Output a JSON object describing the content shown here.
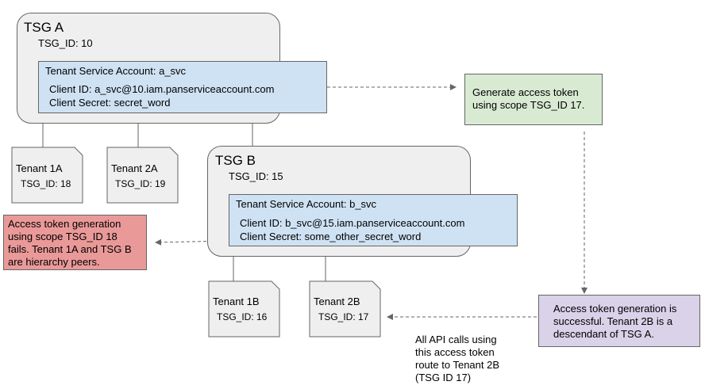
{
  "tsg_a": {
    "title": "TSG A",
    "id_label": "TSG_ID: 10",
    "service_account": {
      "title": "Tenant Service Account: a_svc",
      "client_id": "Client ID: a_svc@10.iam.panserviceaccount.com",
      "client_secret": "Client Secret: secret_word"
    }
  },
  "tenant_1a": {
    "name": "Tenant 1A",
    "id_label": "TSG_ID: 18"
  },
  "tenant_2a": {
    "name": "Tenant 2A",
    "id_label": "TSG_ID: 19"
  },
  "tsg_b": {
    "title": "TSG B",
    "id_label": "TSG_ID: 15",
    "service_account": {
      "title": "Tenant Service Account: b_svc",
      "client_id": "Client ID: b_svc@15.iam.panserviceaccount.com",
      "client_secret": "Client Secret: some_other_secret_word"
    }
  },
  "tenant_1b": {
    "name": "Tenant 1B",
    "id_label": "TSG_ID: 16"
  },
  "tenant_2b": {
    "name": "Tenant 2B",
    "id_label": "TSG_ID: 17"
  },
  "generate_note": {
    "line1": "Generate access token",
    "line2": "using scope TSG_ID 17."
  },
  "fail_note": {
    "line1": "Access token generation",
    "line2": "using scope TSG_ID 18",
    "line3": "fails. Tenant 1A and TSG B",
    "line4": "are hierarchy peers."
  },
  "success_note": {
    "line1": "Access token generation is",
    "line2": "successful. Tenant 2B is a",
    "line3": "descendant of TSG A."
  },
  "route_note": {
    "line1": "All API calls using",
    "line2": "this access token",
    "line3": "route to Tenant 2B",
    "line4": "(TSG ID 17)"
  },
  "colors": {
    "group_fill": "#efefef",
    "service_fill": "#cfe2f3",
    "generate_fill": "#d9ead3",
    "fail_fill": "#ea9999",
    "success_fill": "#d9d2e9",
    "outline": "#666666"
  }
}
